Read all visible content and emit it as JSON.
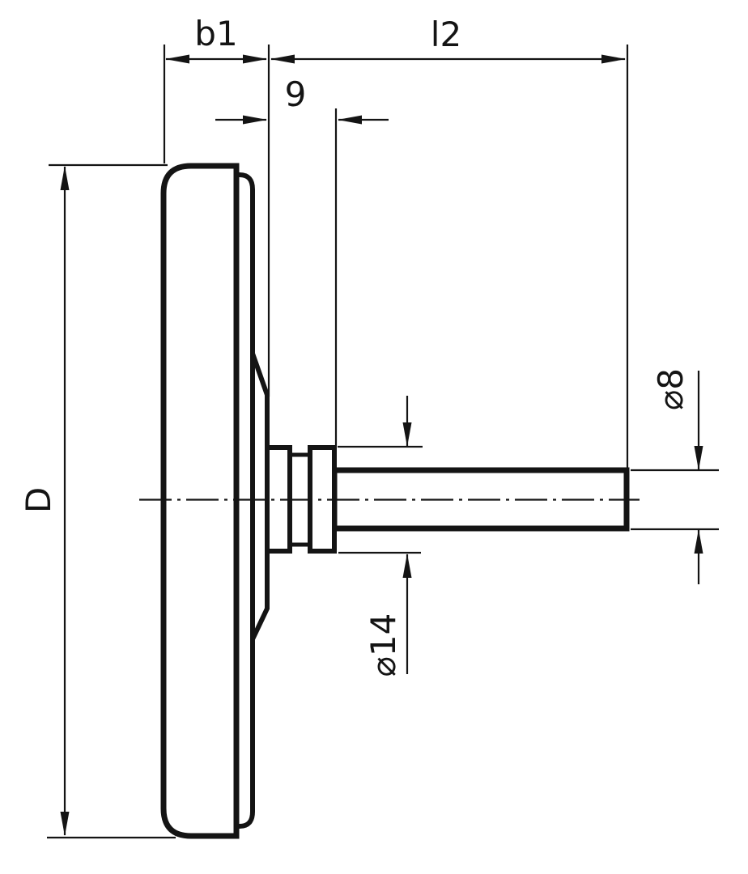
{
  "drawing": {
    "background_color": "#ffffff",
    "line_color": "#141414",
    "labels": {
      "case_diameter": "D",
      "case_depth": "b1",
      "stem_length": "l2",
      "collar_length": "9",
      "collar_diameter": "⌀14",
      "stem_diameter": "⌀8"
    }
  }
}
